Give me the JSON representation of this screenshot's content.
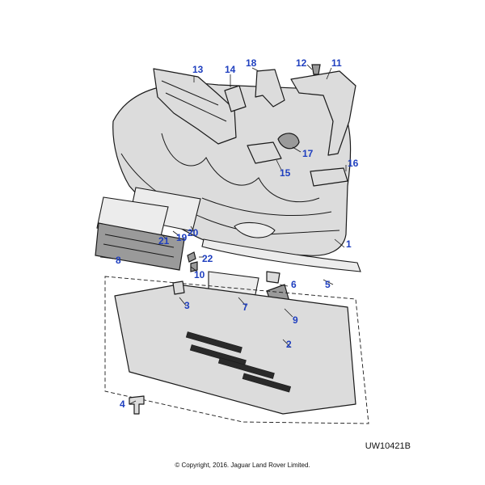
{
  "diagram": {
    "callouts": [
      "1",
      "2",
      "3",
      "4",
      "5",
      "6",
      "7",
      "8",
      "9",
      "10",
      "11",
      "12",
      "13",
      "14",
      "15",
      "16",
      "17",
      "18",
      "19",
      "20",
      "21",
      "22"
    ],
    "reference_code": "UW10421B",
    "copyright": "© Copyright, 2016. Jaguar Land Rover Limited."
  }
}
